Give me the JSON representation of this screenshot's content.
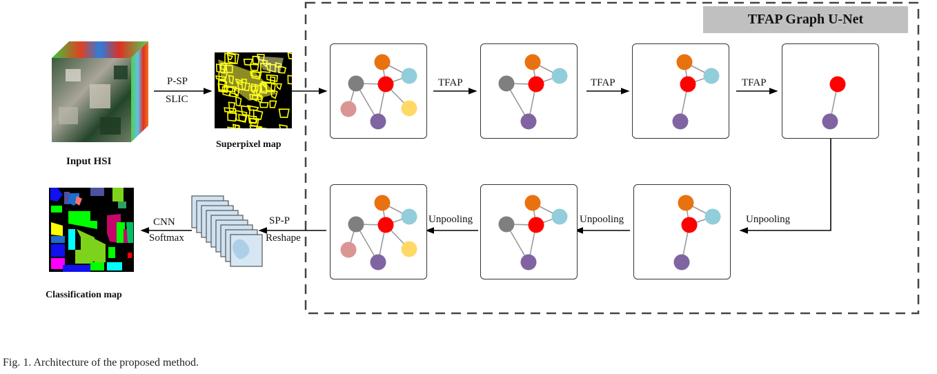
{
  "figure": {
    "caption": "Fig. 1.  Architecture of the proposed method.",
    "module_title": "TFAP Graph U-Net"
  },
  "inputs": {
    "input_hsi_label": "Input HSI",
    "superpixel_label": "Superpixel map",
    "classification_label": "Classification map"
  },
  "edges_text": {
    "psp": "P-SP",
    "slic": "SLIC",
    "tfap_1": "TFAP",
    "tfap_2": "TFAP",
    "tfap_3": "TFAP",
    "unpool_1": "Unpooling",
    "unpool_2": "Unpooling",
    "unpool_3": "Unpooling",
    "spp": "SP-P",
    "reshape": "Reshape",
    "cnn": "CNN",
    "softmax": "Softmax"
  },
  "node_colors": {
    "red": "#ff0000",
    "orange": "#e87210",
    "cyan": "#92cddb",
    "gray": "#7f7f7f",
    "pink": "#d99694",
    "yellow": "#ffd966",
    "purple": "#8064a2"
  },
  "graphs": {
    "full": {
      "nodes": [
        "red",
        "orange",
        "cyan",
        "gray",
        "pink",
        "yellow",
        "purple"
      ],
      "edges": [
        [
          "red",
          "orange"
        ],
        [
          "orange",
          "cyan"
        ],
        [
          "red",
          "cyan"
        ],
        [
          "red",
          "gray"
        ],
        [
          "gray",
          "pink"
        ],
        [
          "gray",
          "purple"
        ],
        [
          "red",
          "purple"
        ],
        [
          "red",
          "yellow"
        ]
      ]
    },
    "level1": {
      "nodes": [
        "red",
        "orange",
        "cyan",
        "gray",
        "purple"
      ],
      "edges": [
        [
          "red",
          "orange"
        ],
        [
          "orange",
          "cyan"
        ],
        [
          "red",
          "cyan"
        ],
        [
          "red",
          "gray"
        ],
        [
          "gray",
          "purple"
        ],
        [
          "red",
          "purple"
        ]
      ]
    },
    "level2": {
      "nodes": [
        "red",
        "orange",
        "cyan",
        "purple"
      ],
      "edges": [
        [
          "red",
          "orange"
        ],
        [
          "orange",
          "cyan"
        ],
        [
          "red",
          "cyan"
        ],
        [
          "red",
          "purple"
        ]
      ]
    },
    "level3": {
      "nodes": [
        "red",
        "purple"
      ],
      "edges": [
        [
          "red",
          "purple"
        ]
      ]
    }
  }
}
